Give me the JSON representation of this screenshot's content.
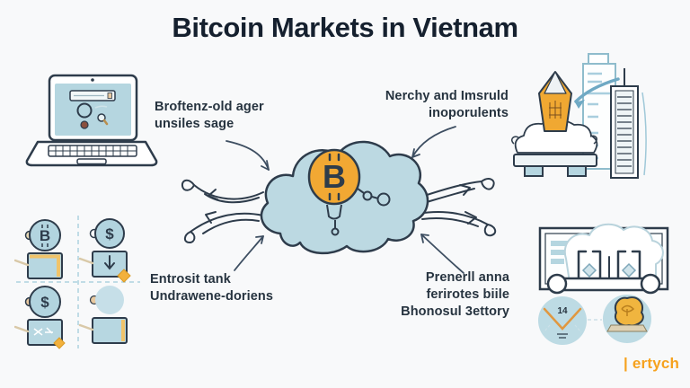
{
  "title": "Bitcoin Markets in Vietnam",
  "labels": {
    "top_left": {
      "lines": [
        "Broftenz-old ager",
        "unsiles sage"
      ]
    },
    "top_right": {
      "lines": [
        "Nerchy and Imsruld",
        "inoporulents"
      ]
    },
    "bottom_left": {
      "lines": [
        "Entrosit tank",
        "Undrawene-doriens"
      ]
    },
    "bottom_right": {
      "lines": [
        "Prenerll anna",
        "ferirotes biile",
        "Bhonosul 3ettory"
      ]
    }
  },
  "center_cloud": {
    "coin_symbol": "B"
  },
  "wallet_grid": {
    "coin_symbols": [
      "B",
      "$",
      "$",
      ""
    ]
  },
  "market_panel": {
    "chart_glyph": "14"
  },
  "watermark": "| ertych",
  "colors": {
    "background": "#f8f9fa",
    "ink": "#2e3c4b",
    "title_text": "#15202e",
    "cloud_fill": "#bcd9e2",
    "bitcoin_orange": "#f2a833",
    "light_blue": "#b5d6e0",
    "pale_blue": "#8fbccc",
    "accent_orange": "#f0b53f",
    "tan": "#d9c9a8",
    "watermark_orange": "#f6a21e"
  }
}
